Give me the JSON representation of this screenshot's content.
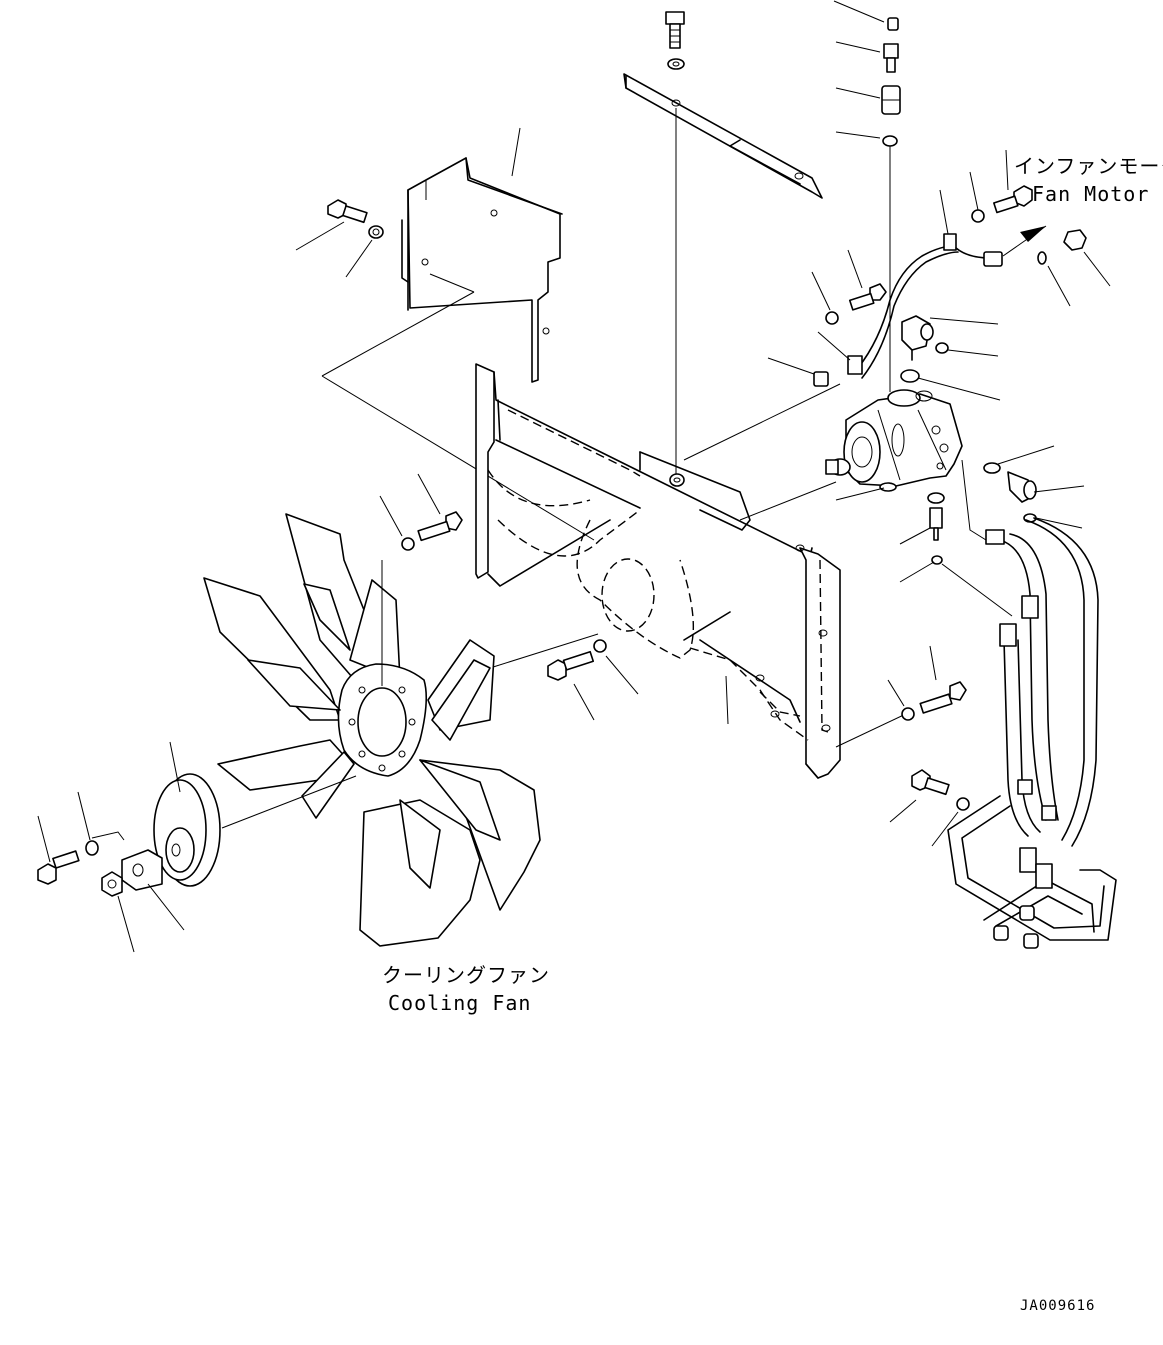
{
  "labels": {
    "fan_motor_ja": "インファンモータ",
    "fan_motor_en": "Fan Motor",
    "cooling_fan_ja": "クーリングファン",
    "cooling_fan_en": "Cooling Fan"
  },
  "drawing_code": "JA009616"
}
